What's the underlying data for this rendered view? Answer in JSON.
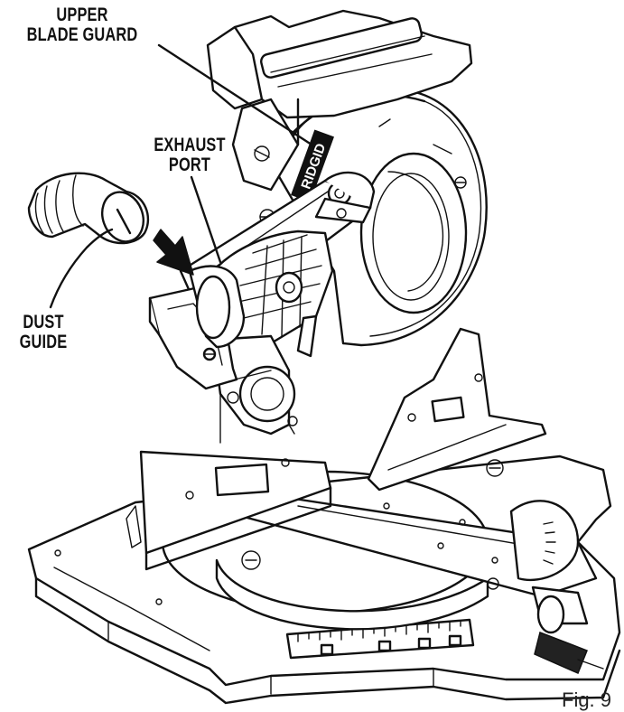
{
  "labels": {
    "upper_blade_guard": [
      "UPPER",
      "BLADE GUARD"
    ],
    "exhaust_port": [
      "EXHAUST",
      "PORT"
    ],
    "dust_guide": [
      "DUST",
      "GUIDE"
    ]
  },
  "brand_mark": "RIDGID",
  "figure_label": "Fig. 9"
}
